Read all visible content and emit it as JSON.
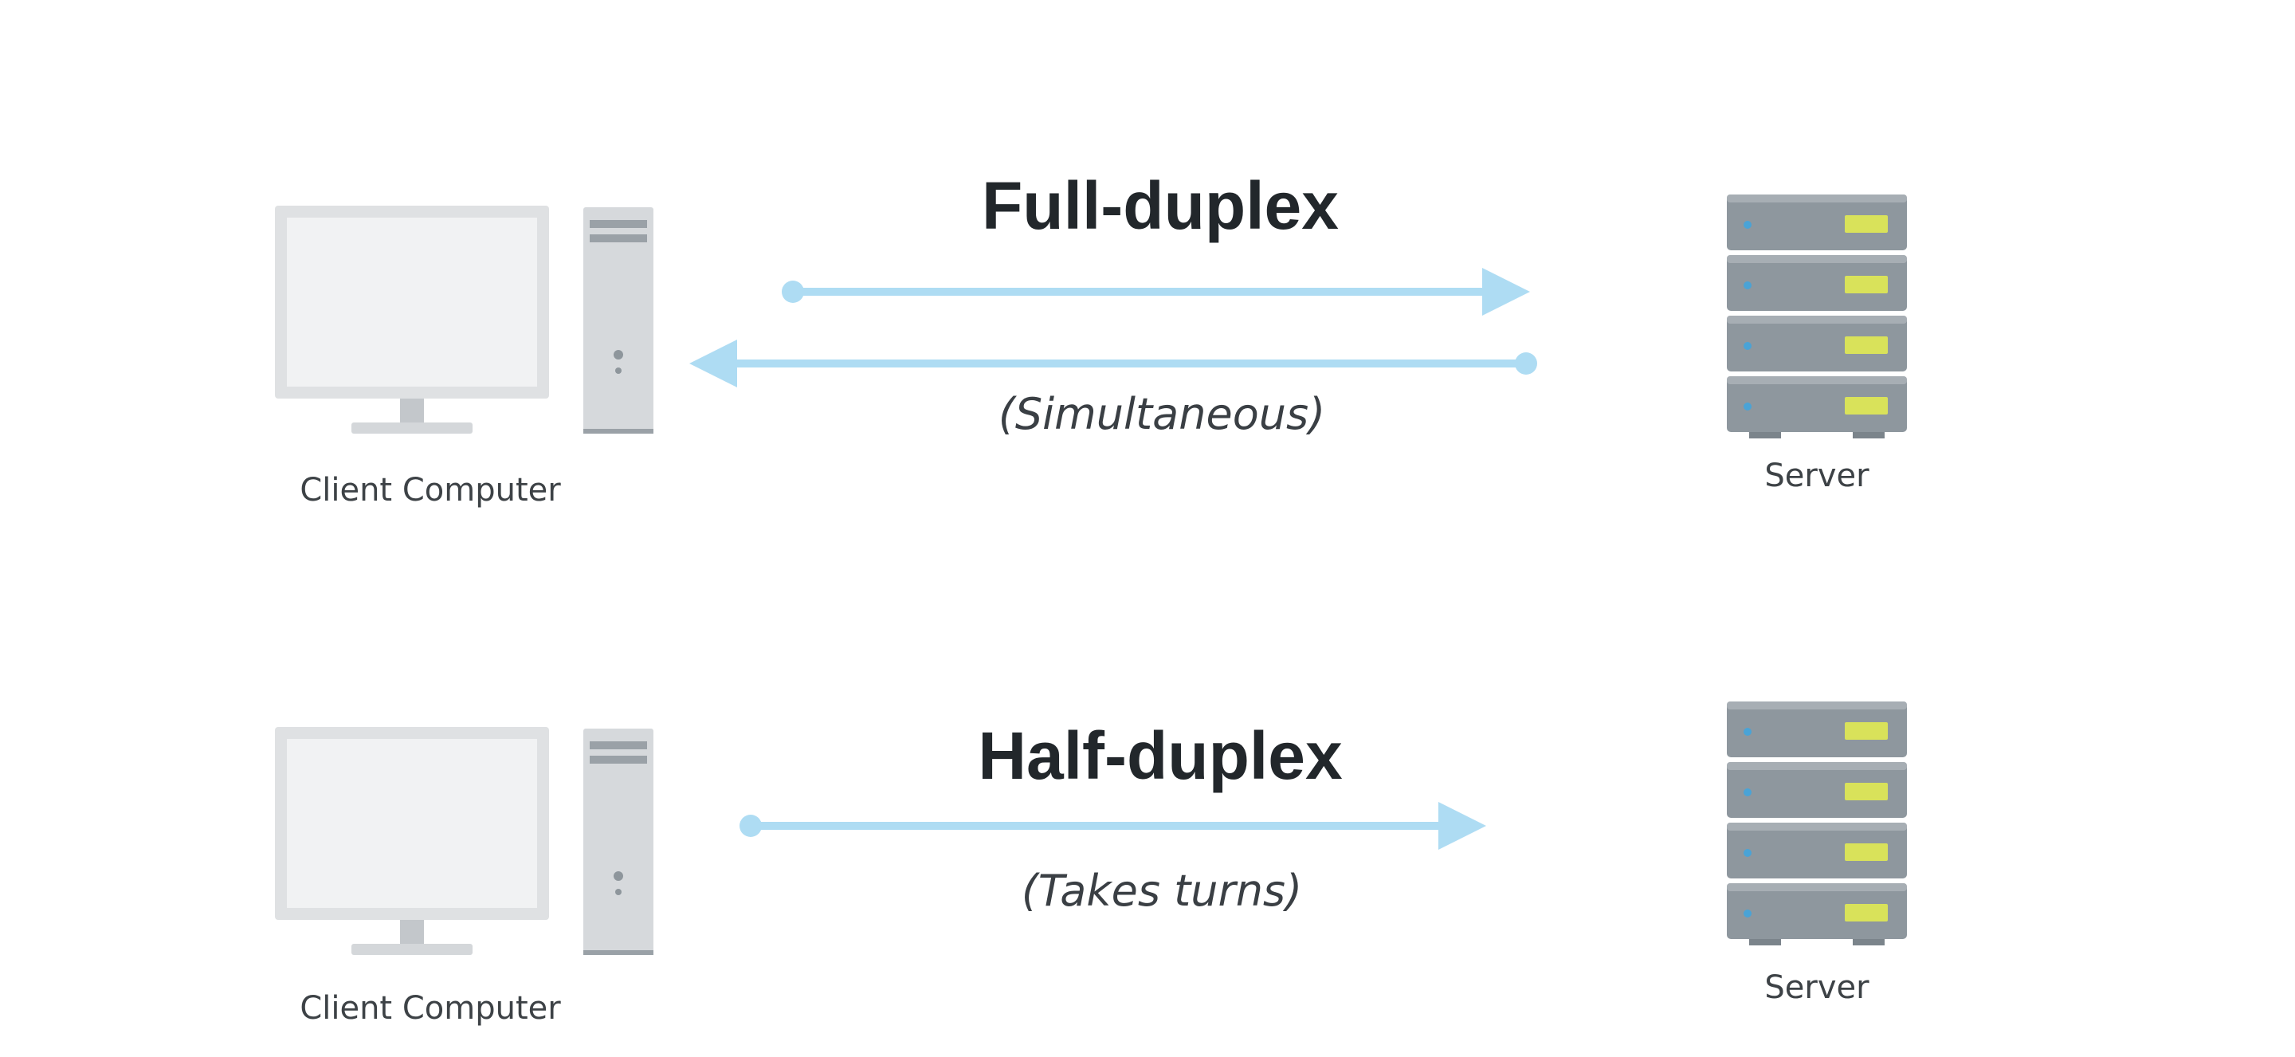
{
  "colors": {
    "arrow": "#aedcf3",
    "monitor_frame": "#dfe1e3",
    "monitor_screen": "#f1f2f3",
    "tower": "#d6d9dc",
    "server_body": "#8e979e",
    "server_led": "#d9e25a",
    "server_dot": "#4aa3d6",
    "text": "#22272b"
  },
  "full_duplex": {
    "title": "Full-duplex",
    "subtitle": "(Simultaneous)",
    "client_label": "Client Computer",
    "server_label": "Server"
  },
  "half_duplex": {
    "title": "Half-duplex",
    "subtitle": "(Takes turns)",
    "client_label": "Client Computer",
    "server_label": "Server"
  }
}
